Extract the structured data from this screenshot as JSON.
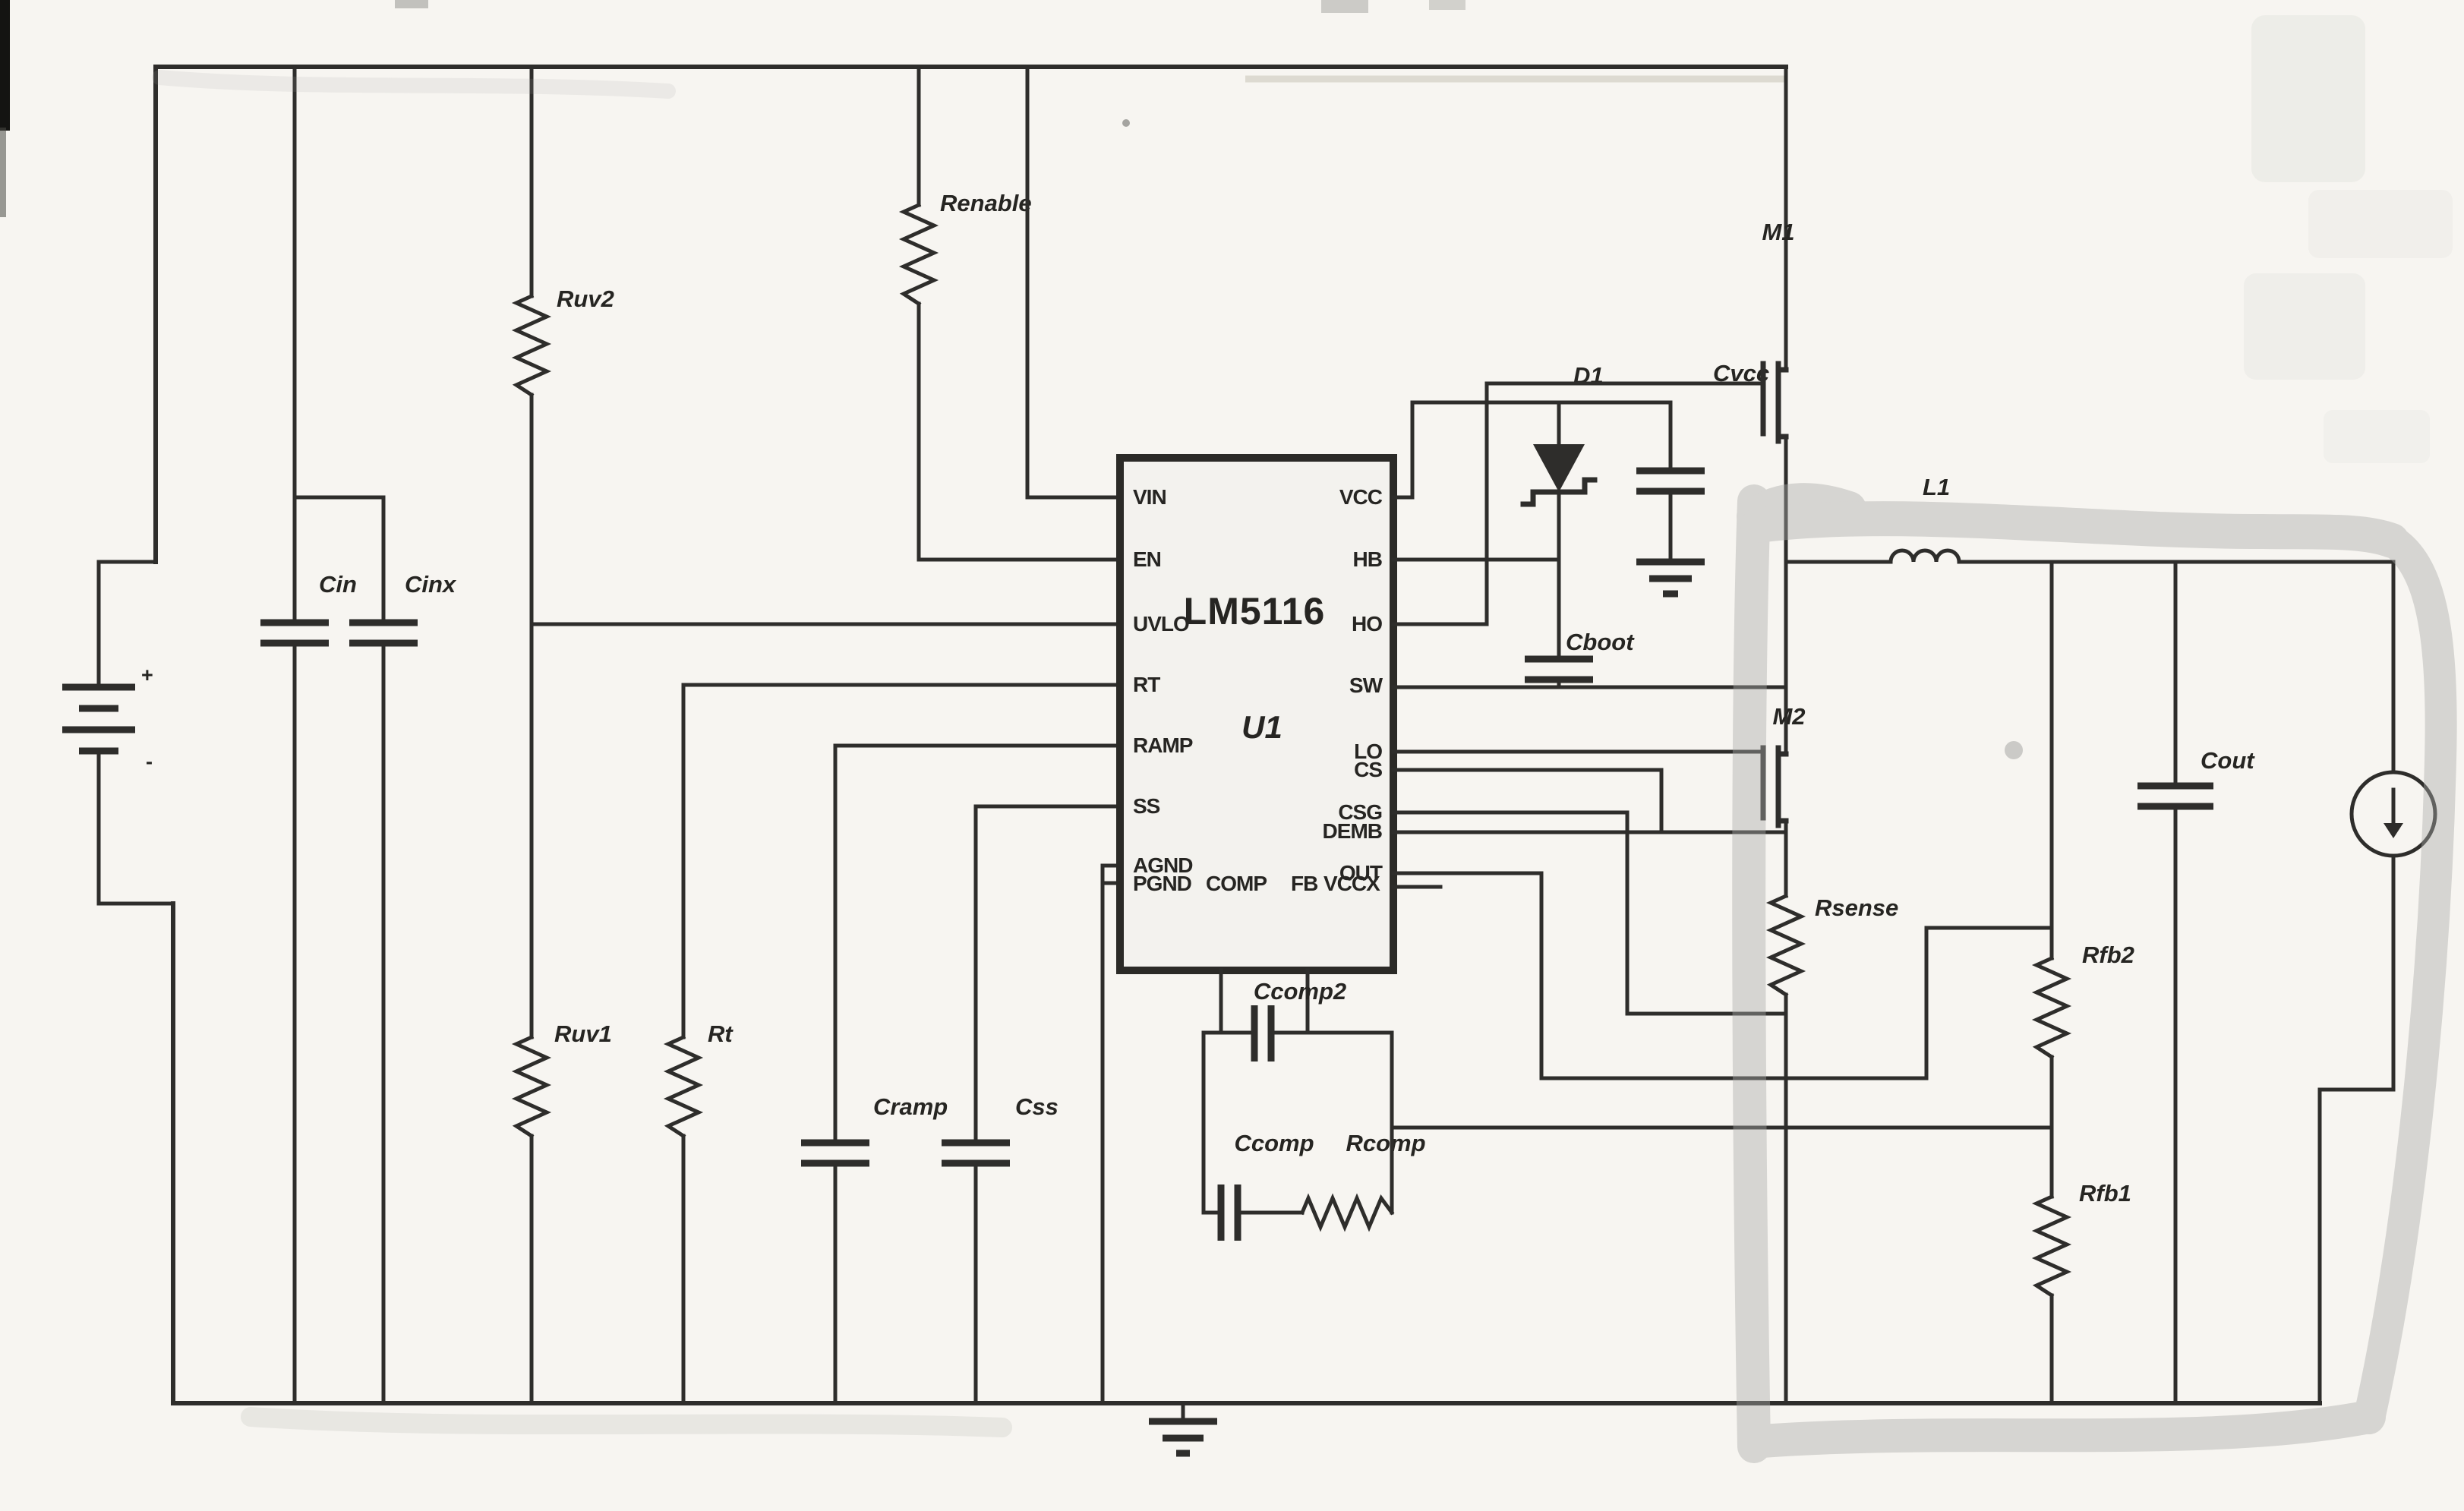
{
  "schematic": {
    "ic": {
      "name": "LM5116",
      "refdes": "U1",
      "pins_left": [
        "VIN",
        "EN",
        "UVLO",
        "RT",
        "RAMP",
        "SS"
      ],
      "pins_gnd": [
        "AGND",
        "PGND"
      ],
      "pin_comp": "COMP",
      "pin_fb": "FB",
      "pin_vccx": "VCCX",
      "pins_right": [
        "VCC",
        "HB",
        "HO",
        "SW",
        "LO",
        "CS",
        "CSG",
        "DEMB",
        "OUT"
      ]
    },
    "battery": {
      "plus": "+",
      "minus": "-"
    },
    "components": {
      "cin": "Cin",
      "cinx": "Cinx",
      "ruv2": "Ruv2",
      "ruv1": "Ruv1",
      "rt": "Rt",
      "renable": "Renable",
      "cramp": "Cramp",
      "css": "Css",
      "ccomp2": "Ccomp2",
      "ccomp": "Ccomp",
      "rcomp": "Rcomp",
      "d1": "D1",
      "cvcc": "Cvcc",
      "cboot": "Cboot",
      "m1": "M1",
      "m2": "M2",
      "l1": "L1",
      "rsense": "Rsense",
      "rfb2": "Rfb2",
      "rfb1": "Rfb1",
      "cout": "Cout"
    }
  }
}
